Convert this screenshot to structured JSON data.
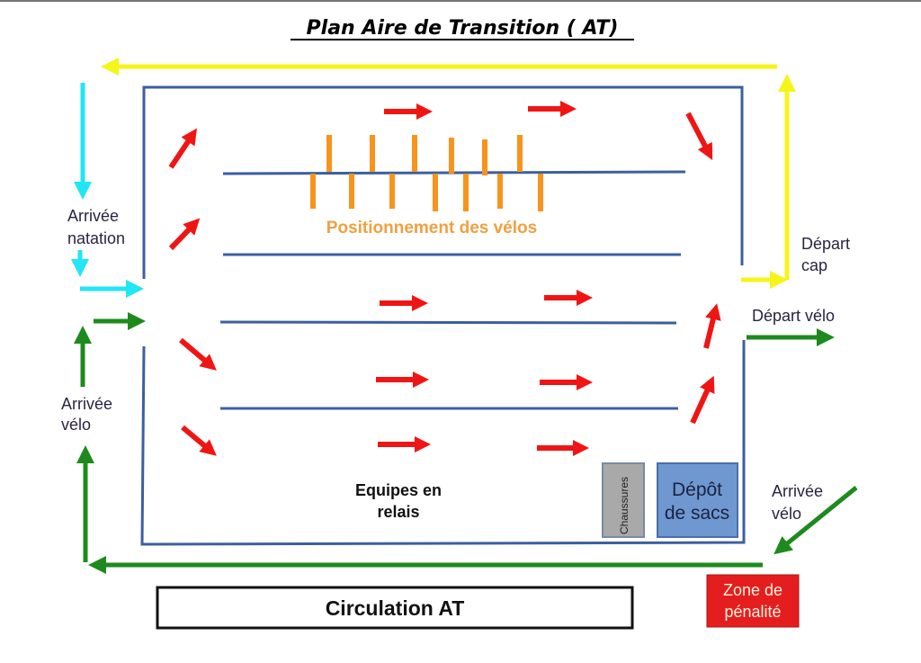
{
  "title": "Plan Aire de Transition  ( AT)",
  "labels": {
    "arrivee_natation": [
      "Arrivée",
      "natation"
    ],
    "arrivee_velo_left": [
      "Arrivée",
      "vélo"
    ],
    "arrivee_velo_right": [
      "Arrivée",
      "vélo"
    ],
    "depart_cap": [
      "Départ",
      "cap"
    ],
    "depart_velo": "Départ vélo",
    "positionnement": "Positionnement des vélos",
    "equipes": [
      "Equipes en",
      "relais"
    ],
    "chaussures": "Chaussures",
    "depot_sacs": [
      "Dépôt",
      "de sacs"
    ],
    "zone_penalite": [
      "Zone de",
      "pénalité"
    ],
    "circulation": "Circulation AT"
  },
  "colors": {
    "swim": "#22e5f5",
    "bike": "#1e8a1e",
    "run": "#f5f51a",
    "flow": "#f01515",
    "rack": "#3c5fa0",
    "bike_marker": "#f7941d",
    "penalty": "#e41e1e",
    "depot": "#6f97d0",
    "chaussures": "#a9a9a9"
  },
  "icons": {
    "flow_arrow": "arrow-icon",
    "bike_marker": "bike-slot-icon"
  }
}
